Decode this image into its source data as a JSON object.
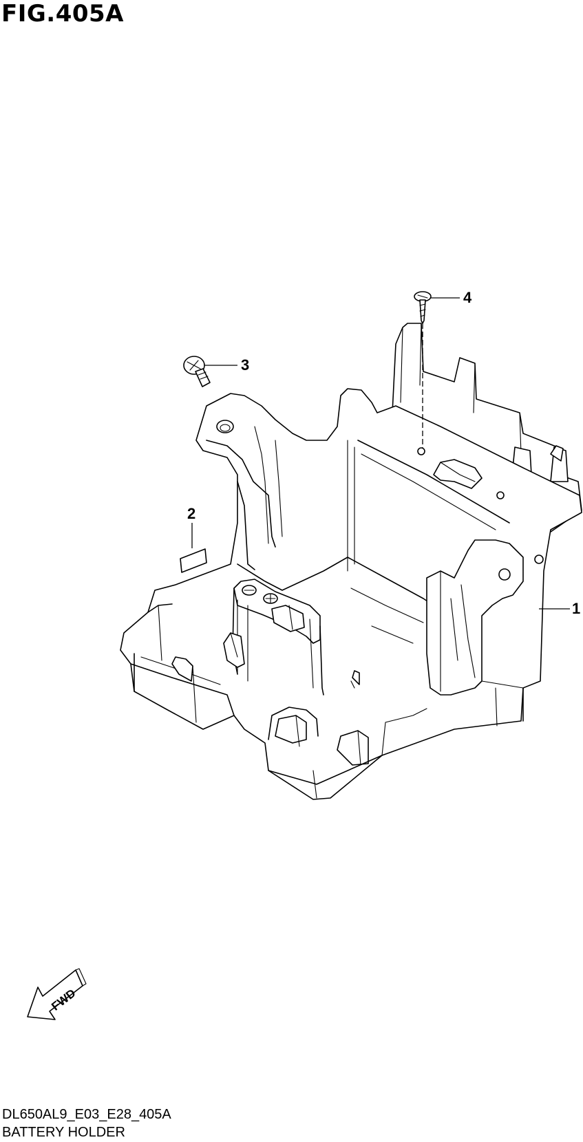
{
  "figure": {
    "title": "FIG.405A"
  },
  "callouts": {
    "part1": "1",
    "part2": "2",
    "part3": "3",
    "part4": "4"
  },
  "fwd_arrow": {
    "label": "FWD"
  },
  "footer": {
    "code": "DL650AL9_E03_E28_405A",
    "name": "BATTERY HOLDER"
  }
}
